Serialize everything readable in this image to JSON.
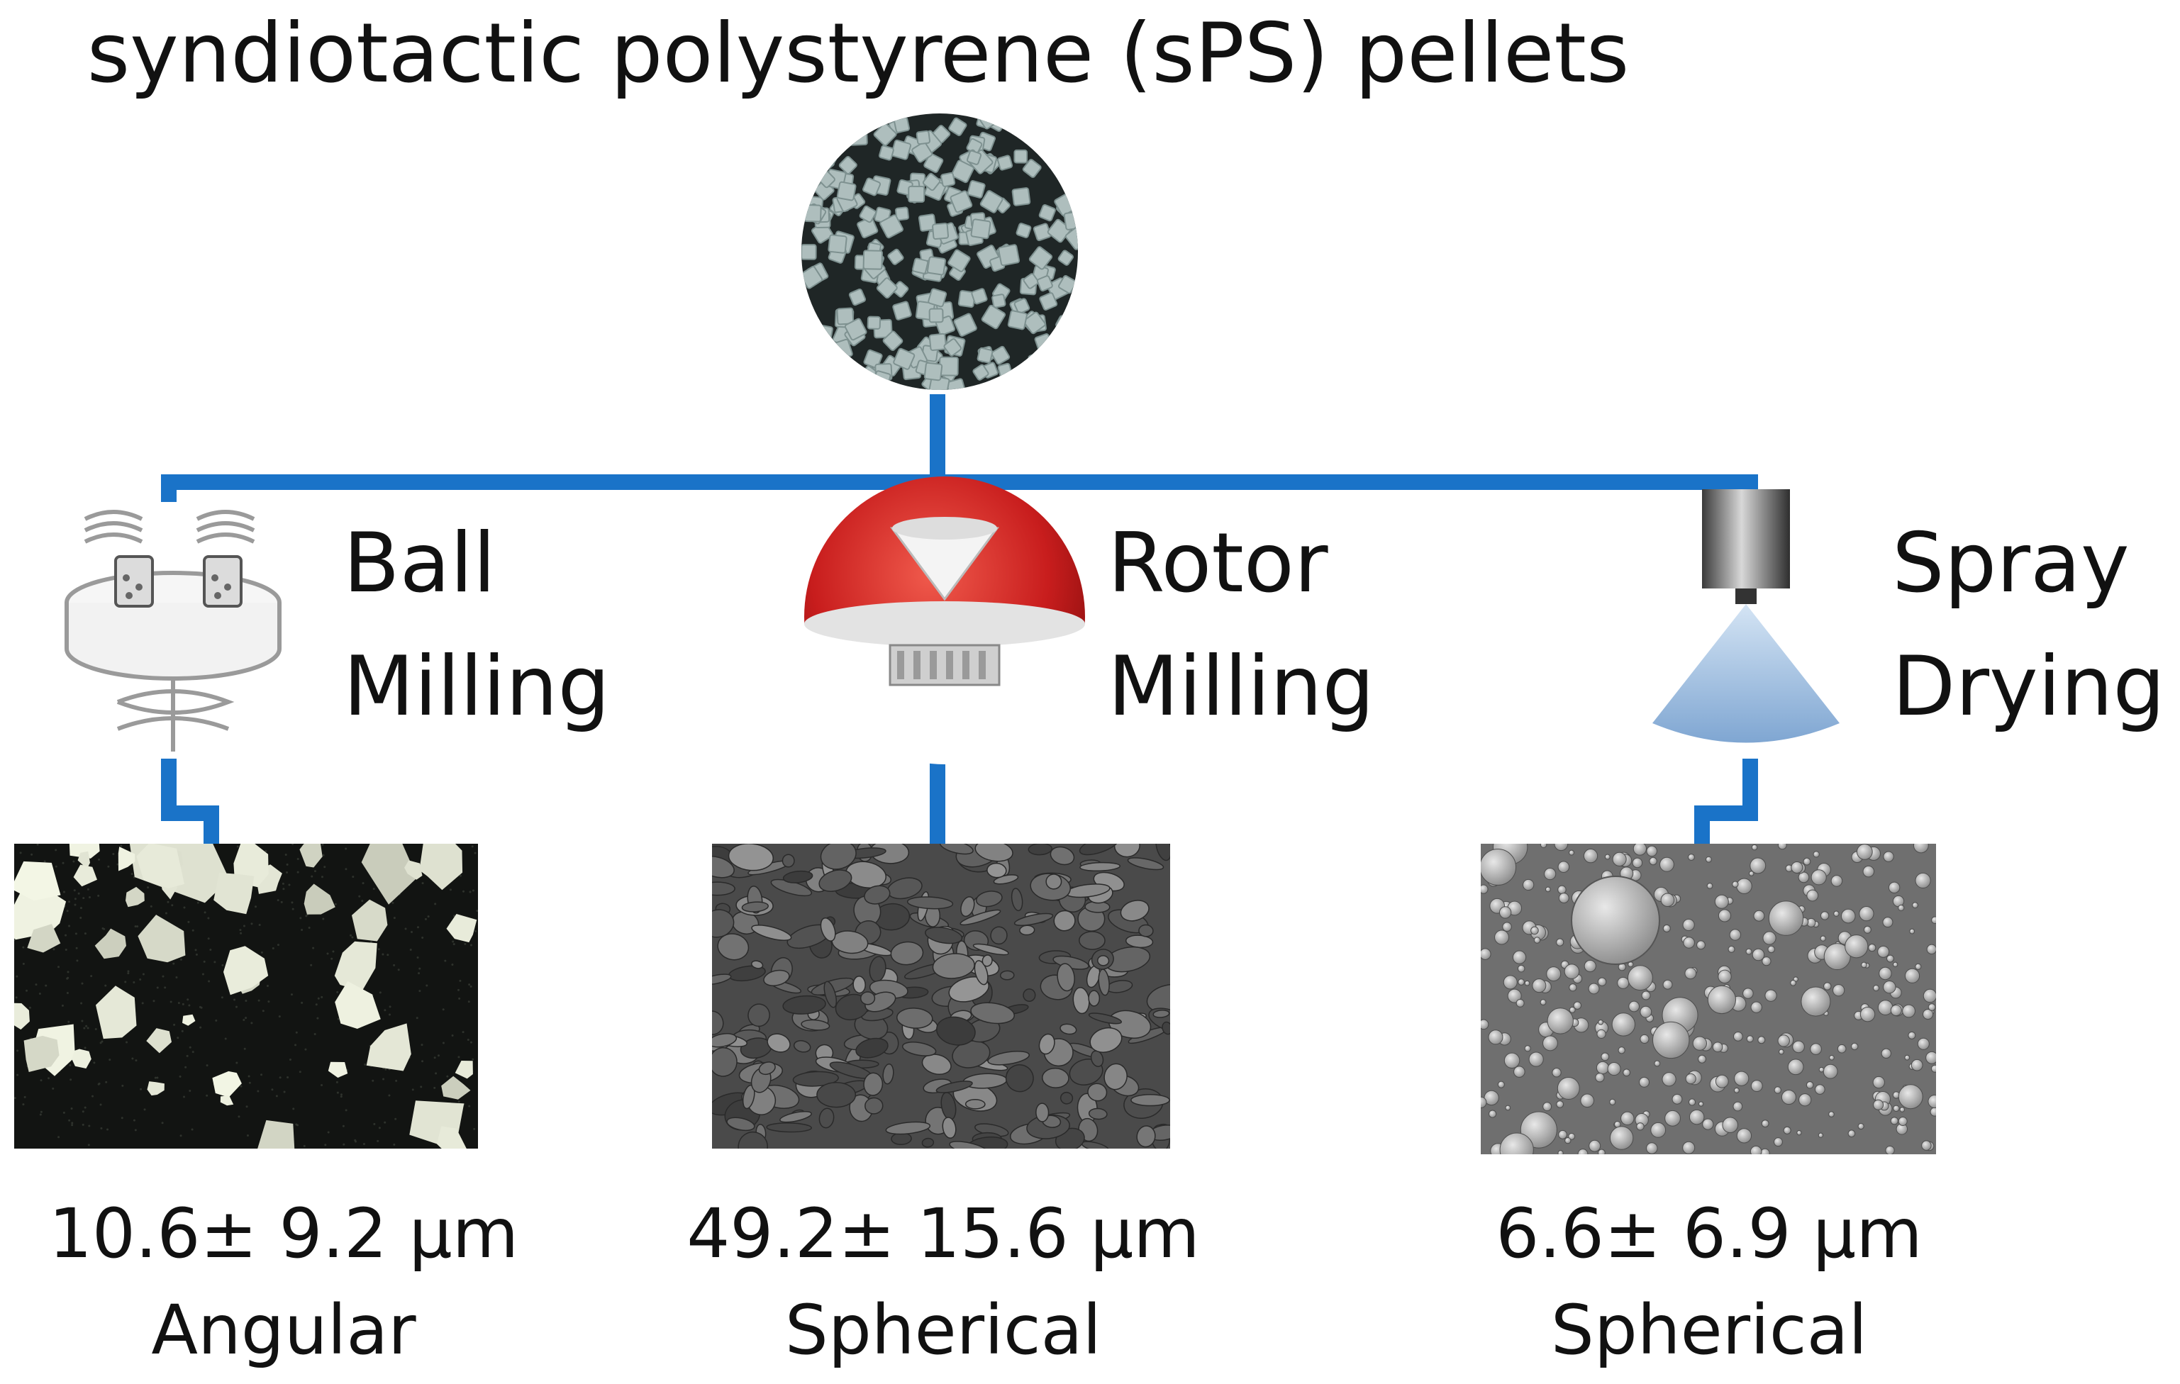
{
  "title": "syndiotactic polystyrene (sPS) pellets",
  "colors": {
    "connector": "#1a73c8",
    "rotor_red": "#c81d1d",
    "spray_blue": "#9fbedf"
  },
  "methods": [
    {
      "line1": "Ball",
      "line2": "Milling",
      "icon": "ball-mill-icon",
      "size": "10.6± 9.2 µm",
      "shape": "Angular"
    },
    {
      "line1": "Rotor",
      "line2": "Milling",
      "icon": "rotor-mill-icon",
      "size": "49.2± 15.6 µm",
      "shape": "Spherical"
    },
    {
      "line1": "Spray",
      "line2": "Drying",
      "icon": "spray-nozzle-icon",
      "size": "6.6± 6.9 µm",
      "shape": "Spherical"
    }
  ]
}
